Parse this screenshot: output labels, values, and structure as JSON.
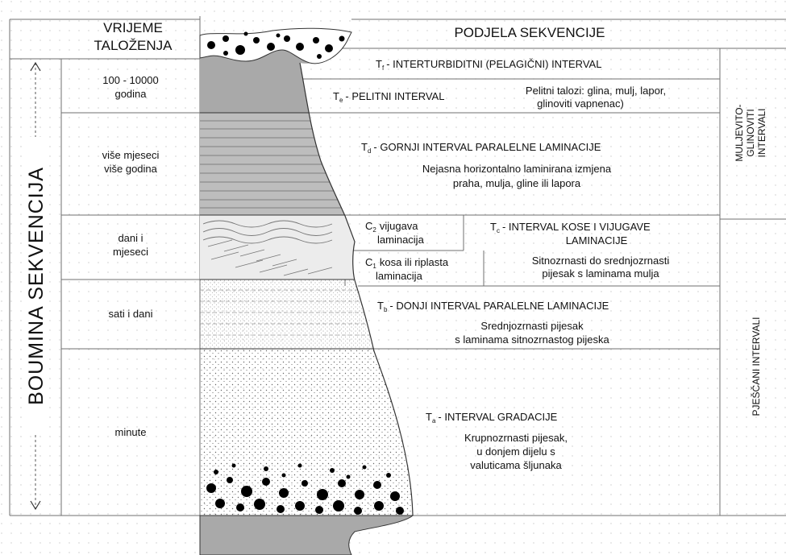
{
  "header": {
    "time_line1": "VRIJEME",
    "time_line2": "TALOŽENJA",
    "division": "PODJELA SEKVENCIJE"
  },
  "vertical_title": "BOUMINA SEKVENCIJA",
  "time_labels": [
    {
      "line1": "100 - 10000",
      "line2": "godina"
    },
    {
      "line1": "više mjeseci",
      "line2": "više godina"
    },
    {
      "line1": "dani i",
      "line2": "mjeseci"
    },
    {
      "line1": "sati i dani",
      "line2": ""
    },
    {
      "line1": "minute",
      "line2": ""
    }
  ],
  "intervals": {
    "tf": {
      "letter": "T",
      "sub": "f",
      "name": "- INTERTURBIDITNI  (PELAGIČNI)  INTERVAL"
    },
    "te": {
      "letter": "T",
      "sub": "e",
      "name": "- PELITNI INTERVAL",
      "desc1": "Pelitni  talozi: glina, mulj, lapor,",
      "desc2": "glinoviti vapnenac)"
    },
    "td": {
      "letter": "T",
      "sub": "d",
      "name": "- GORNJI INTERVAL PARALELNE LAMINACIJE",
      "desc1": "Nejasna horizontalno laminirana izmjena",
      "desc2": "praha, mulja, gline ili lapora"
    },
    "c2": {
      "letter": "C",
      "sub": "2",
      "line1": "vijugava",
      "line2": "laminacija"
    },
    "c1": {
      "letter": "C",
      "sub": "1",
      "line1": "kosa ili riplasta",
      "line2": "laminacija"
    },
    "tc": {
      "letter": "T",
      "sub": "c",
      "name": "- INTERVAL KOSE I VIJUGAVE",
      "name2": "LAMINACIJE",
      "desc1": "Sitnozrnasti do srednjozrnasti",
      "desc2": "pijesak s laminama mulja"
    },
    "tb": {
      "letter": "T",
      "sub": "b",
      "name": "- DONJI INTERVAL PARALELNE LAMINACIJE",
      "desc1": "Srednjozrnasti pijesak",
      "desc2": "s laminama sitnozrnastog pijeska"
    },
    "ta": {
      "letter": "T",
      "sub": "a",
      "name": "- INTERVAL  GRADACIJE",
      "desc1": "Krupnozrnasti pijesak,",
      "desc2": "u donjem dijelu s",
      "desc3": "valuticama šljunaka"
    }
  },
  "side_groups": {
    "mud_line1": "MULJEVITO-",
    "mud_line2": "GLINOVITI",
    "mud_line3": "INTERVALI",
    "sand": "PJEŠČANI INTERVALI"
  },
  "colors": {
    "lines": "#6f6f6f",
    "shale": "#a9a9a9",
    "laminae": "#555555",
    "sand_dots": "#666666",
    "pebbles": "#000000"
  }
}
